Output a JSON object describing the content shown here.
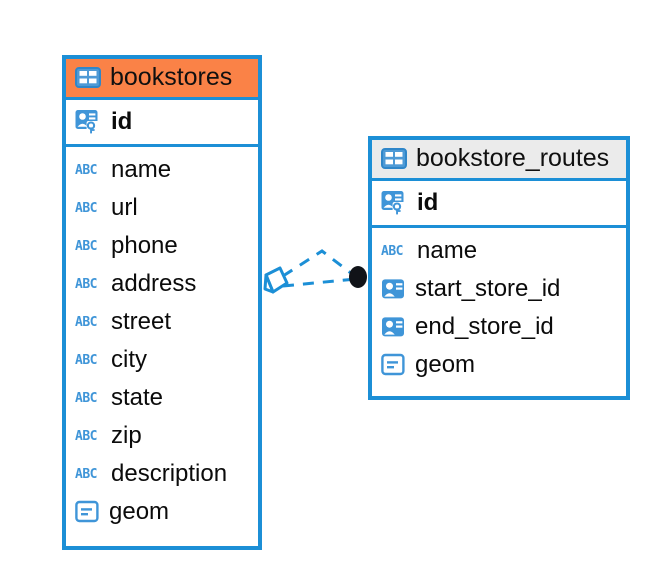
{
  "diagram": {
    "background_color": "#ffffff",
    "accent_color": "#1c8fd6",
    "selected_header_color": "#fa8247",
    "normal_header_color": "#ebebeb"
  },
  "entities": [
    {
      "name": "bookstores",
      "selected": true,
      "table_icon": "table-icon",
      "primary_key": {
        "label": "id",
        "icon": "primary-key-icon"
      },
      "attributes": [
        {
          "label": "name",
          "icon": "abc-text-icon"
        },
        {
          "label": "url",
          "icon": "abc-text-icon"
        },
        {
          "label": "phone",
          "icon": "abc-text-icon"
        },
        {
          "label": "address",
          "icon": "abc-text-icon"
        },
        {
          "label": "street",
          "icon": "abc-text-icon"
        },
        {
          "label": "city",
          "icon": "abc-text-icon"
        },
        {
          "label": "state",
          "icon": "abc-text-icon"
        },
        {
          "label": "zip",
          "icon": "abc-text-icon"
        },
        {
          "label": "description",
          "icon": "abc-text-icon"
        },
        {
          "label": "geom",
          "icon": "geometry-icon"
        }
      ]
    },
    {
      "name": "bookstore_routes",
      "selected": false,
      "table_icon": "table-icon",
      "primary_key": {
        "label": "id",
        "icon": "primary-key-icon"
      },
      "attributes": [
        {
          "label": "name",
          "icon": "abc-text-icon"
        },
        {
          "label": "start_store_id",
          "icon": "foreign-key-icon"
        },
        {
          "label": "end_store_id",
          "icon": "foreign-key-icon"
        },
        {
          "label": "geom",
          "icon": "geometry-icon"
        }
      ]
    }
  ],
  "relationship": {
    "source_marker": "crows-foot-marker",
    "target_marker": "filled-circle-marker",
    "line_style": "dashed",
    "line_color": "#1c8fd6"
  }
}
